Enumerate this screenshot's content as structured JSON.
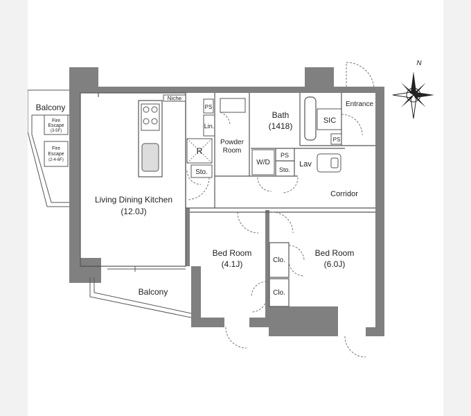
{
  "rooms": {
    "balcony_top": "Balcony",
    "balcony_bottom": "Balcony",
    "fire_escape_upper": [
      "Fire",
      "Escape",
      "(3-5F)"
    ],
    "fire_escape_lower": [
      "Fire",
      "Escape",
      "(2-4-6F)"
    ],
    "niche": "Niche",
    "ps_top": "PS",
    "linen": "Lin.",
    "refrigerator": "R",
    "storage_left": "Sto.",
    "powder_room": [
      "Powder",
      "Room"
    ],
    "bath": [
      "Bath",
      "(1418)"
    ],
    "sic": "SIC",
    "entrance": "Entrance",
    "ps_entrance": "PS",
    "wd": "W/D",
    "ps_mid": "PS",
    "storage_mid": "Sto.",
    "lav": "Lav",
    "corridor": "Corridor",
    "ldk": [
      "Living Dining Kitchen",
      "(12.0J)"
    ],
    "bedroom_small": [
      "Bed Room",
      "(4.1J)"
    ],
    "bedroom_large": [
      "Bed Room",
      "(6.0J)"
    ],
    "closet_top": "Clo.",
    "closet_bottom": "Clo."
  },
  "compass": {
    "north_label": "N",
    "icon": "compass-rose-icon"
  },
  "colors": {
    "wall": "#7f7f7f",
    "line": "#555555",
    "dash": "#777777",
    "background": "#ffffff"
  }
}
